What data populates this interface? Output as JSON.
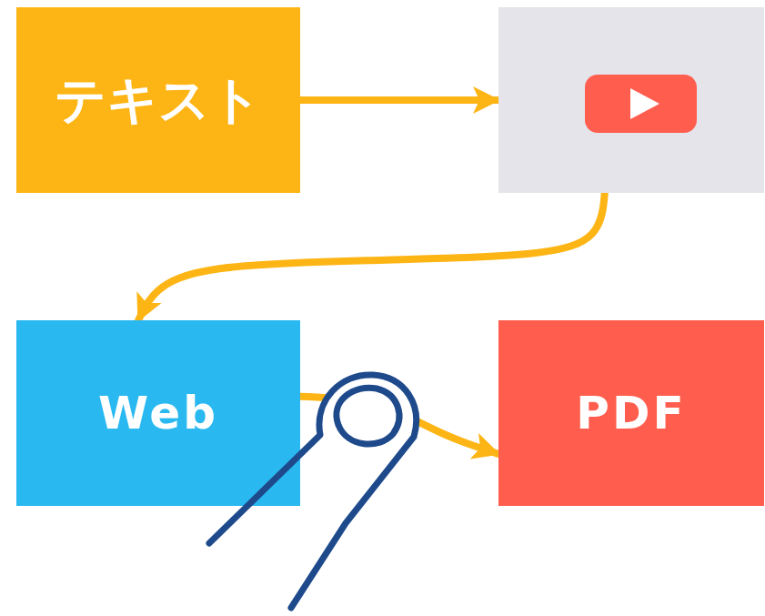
{
  "diagram": {
    "nodes": [
      {
        "text": [
          "テキスト"
        ]
      },
      {
        "text": []
      },
      {
        "text": [
          "Web"
        ]
      },
      {
        "text": [
          "PDF"
        ]
      }
    ],
    "edges": [
      {
        "from": 0,
        "to": 1,
        "arrow": "to"
      },
      {
        "from": 1,
        "to": 2,
        "arrow": "to"
      },
      {
        "from": 2,
        "to": 3,
        "arrow": "to"
      }
    ]
  }
}
